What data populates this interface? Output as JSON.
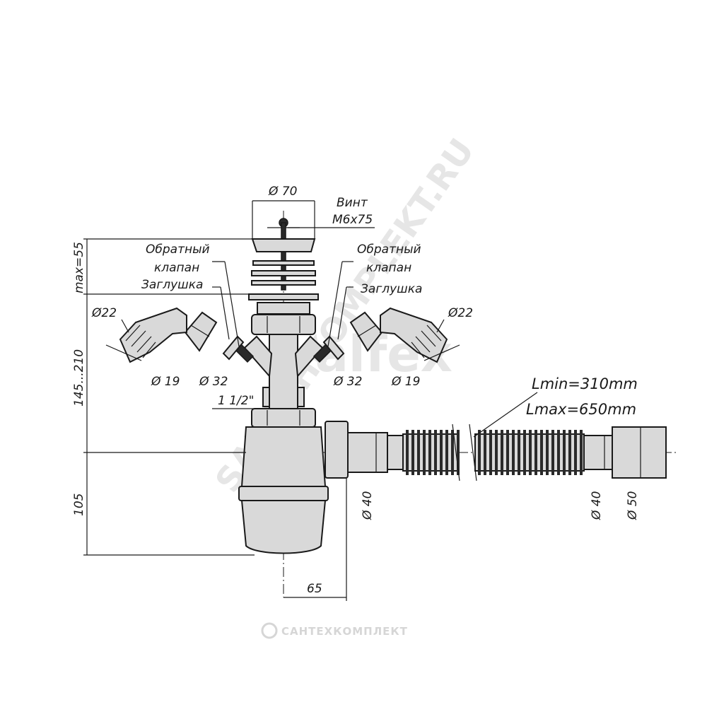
{
  "dimensions": {
    "d70": "Ø 70",
    "screw_line1": "Винт",
    "screw_line2": "M6x75",
    "max55": "max=55",
    "h145_210": "145...210",
    "h105": "105",
    "w65": "65",
    "thread": "1 1/2\"",
    "left_d22": "Ø22",
    "left_d19": "Ø 19",
    "left_d32": "Ø 32",
    "right_d22": "Ø22",
    "right_d19": "Ø 19",
    "right_d32": "Ø 32",
    "d40_siphon": "Ø 40",
    "d40_hose": "Ø 40",
    "d50": "Ø 50",
    "lmin": "Lmin=310mm",
    "lmax": "Lmax=650mm"
  },
  "callouts": {
    "left_valve_1": "Обратный",
    "left_valve_2": "клапан",
    "left_plug": "Заглушка",
    "right_valve_1": "Обратный",
    "right_valve_2": "клапан",
    "right_plug": "Заглушка"
  },
  "watermarks": {
    "brand": "valfex",
    "site": "SANTEHKOMPLEKT.RU",
    "footer": "САНТЕХКОМПЛЕКТ"
  }
}
